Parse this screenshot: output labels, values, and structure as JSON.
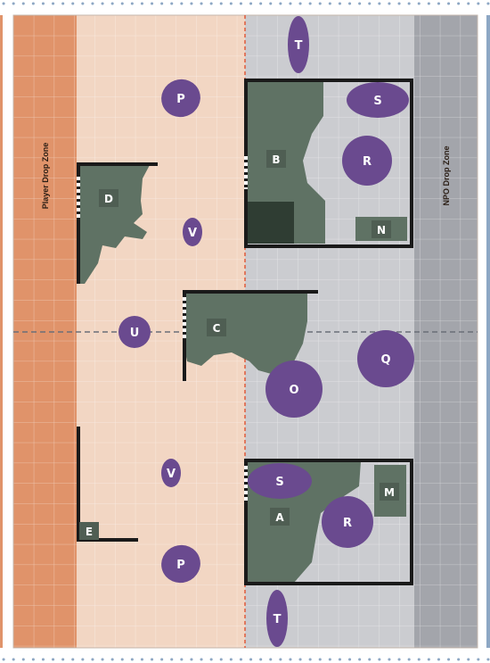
{
  "zones": {
    "player_drop_zone": "Player Drop Zone",
    "npo_drop_zone": "NPO Drop Zone"
  },
  "colors": {
    "player_zone": "#e0936a",
    "player_half": "#f2d6c3",
    "npo_half": "#cbccd0",
    "npo_zone": "#a3a5ab",
    "terrain": "#5f7264",
    "terrain_dark": "#2f3d33",
    "token": "#6a4a8f",
    "wall": "#1a1a1a",
    "center_line": "#e05a3a",
    "accent_dots": "#8da7c4"
  },
  "terrain_labels": {
    "A": "A",
    "B": "B",
    "C": "C",
    "D": "D",
    "E": "E",
    "M": "M",
    "N": "N"
  },
  "tokens": {
    "T_top": "T",
    "P_top": "P",
    "S_top": "S",
    "R_top": "R",
    "V_top": "V",
    "U": "U",
    "Q": "Q",
    "O": "O",
    "V_bottom": "V",
    "S_bottom": "S",
    "R_bottom": "R",
    "P_bottom": "P",
    "T_bottom": "T"
  }
}
